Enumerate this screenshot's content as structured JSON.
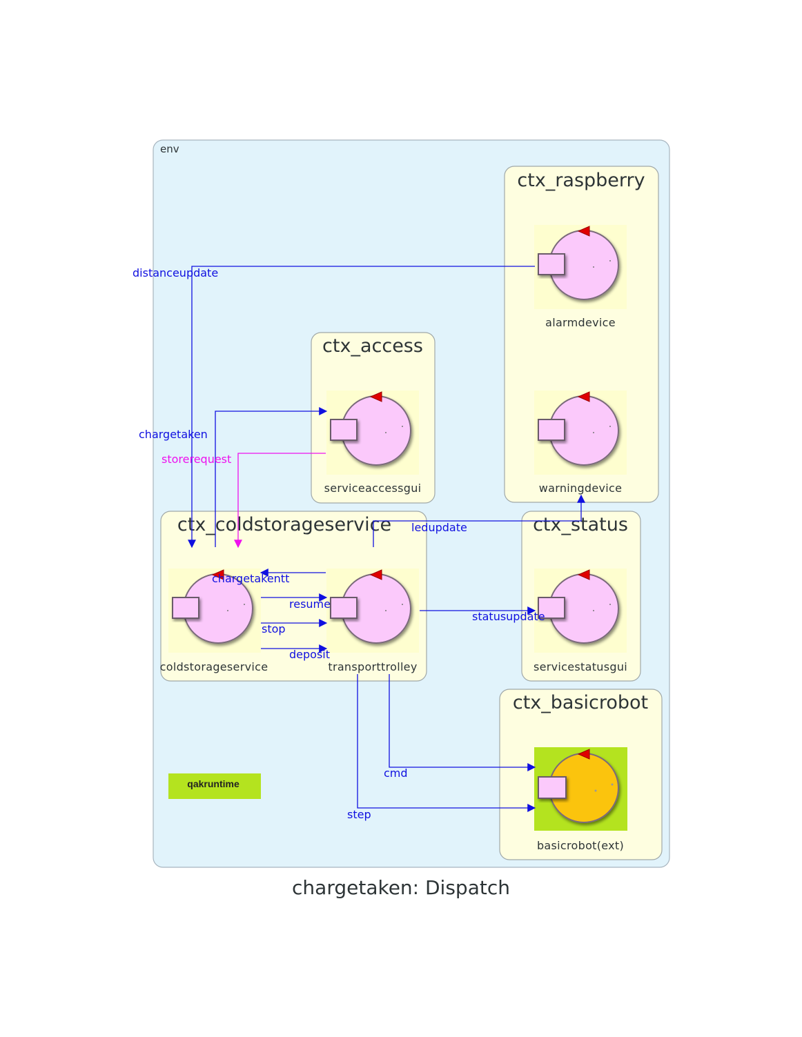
{
  "title": "chargetaken: Dispatch",
  "env_label": "env",
  "contexts": {
    "raspberry": "ctx_raspberry",
    "access": "ctx_access",
    "coldstorage": "ctx_coldstorageservice",
    "status": "ctx_status",
    "basicrobot": "ctx_basicrobot"
  },
  "actors": {
    "alarmdevice": "alarmdevice",
    "warningdevice": "warningdevice",
    "serviceaccessgui": "serviceaccessgui",
    "coldstorageservice": "coldstorageservice",
    "transporttrolley": "transporttrolley",
    "servicestatusgui": "servicestatusgui",
    "basicrobot": "basicrobot(ext)"
  },
  "edges": {
    "distanceupdate": "distanceupdate",
    "chargetaken": "chargetaken",
    "storerequest": "storerequest",
    "ledupdate": "ledupdate",
    "chargetakentt": "chargetakentt",
    "resume": "resume",
    "stop": "stop",
    "deposit": "deposit",
    "statusupdate": "statusupdate",
    "cmd": "cmd",
    "step": "step"
  },
  "runtime_badge": "qakruntime",
  "colors": {
    "env_bg": "#e1f3fb",
    "context_bg": "#fefee0",
    "actor_body": "#fbc9fb",
    "robot_body": "#fbc40f",
    "robot_bg": "#b4e31f",
    "dispatch_edge": "#1010e0",
    "request_edge": "#ee10ee",
    "badge": "#b4e31f"
  }
}
